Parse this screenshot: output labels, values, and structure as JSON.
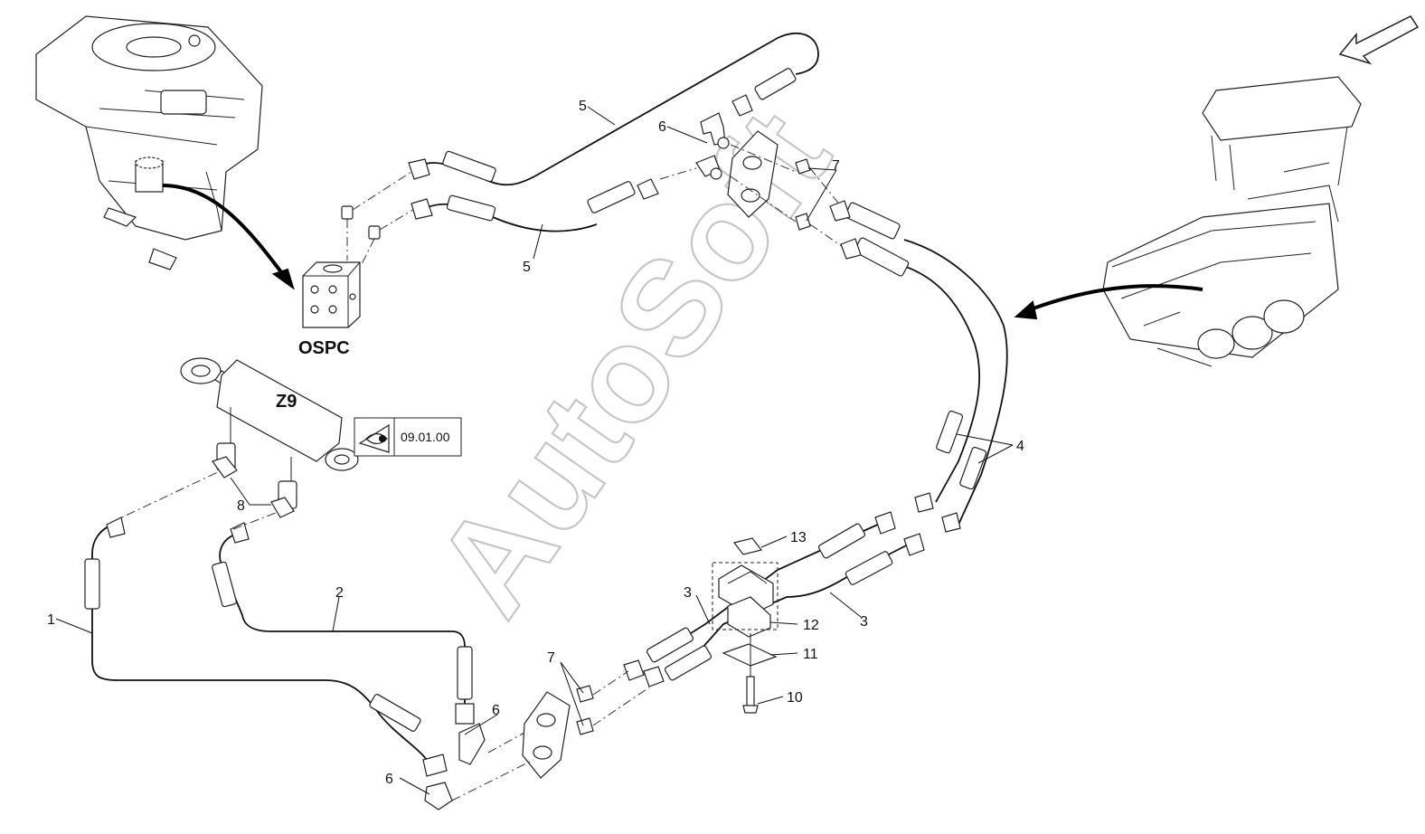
{
  "callouts": {
    "c1": "1",
    "c2": "2",
    "c3a": "3",
    "c3b": "3",
    "c4": "4",
    "c5a": "5",
    "c5b": "5",
    "c6a": "6",
    "c6b": "6",
    "c6c": "6",
    "c7a": "7",
    "c7b": "7",
    "c8": "8",
    "c10": "10",
    "c11": "11",
    "c12": "12",
    "c13": "13"
  },
  "labels": {
    "ospc": "OSPC",
    "z9": "Z9"
  },
  "reference_box": {
    "code": "09.01.00",
    "icon": "eye-view-icon"
  },
  "watermark": "AutoSoft",
  "colors": {
    "line": "#111111",
    "watermark": "#c6c6c6",
    "background": "#ffffff"
  }
}
